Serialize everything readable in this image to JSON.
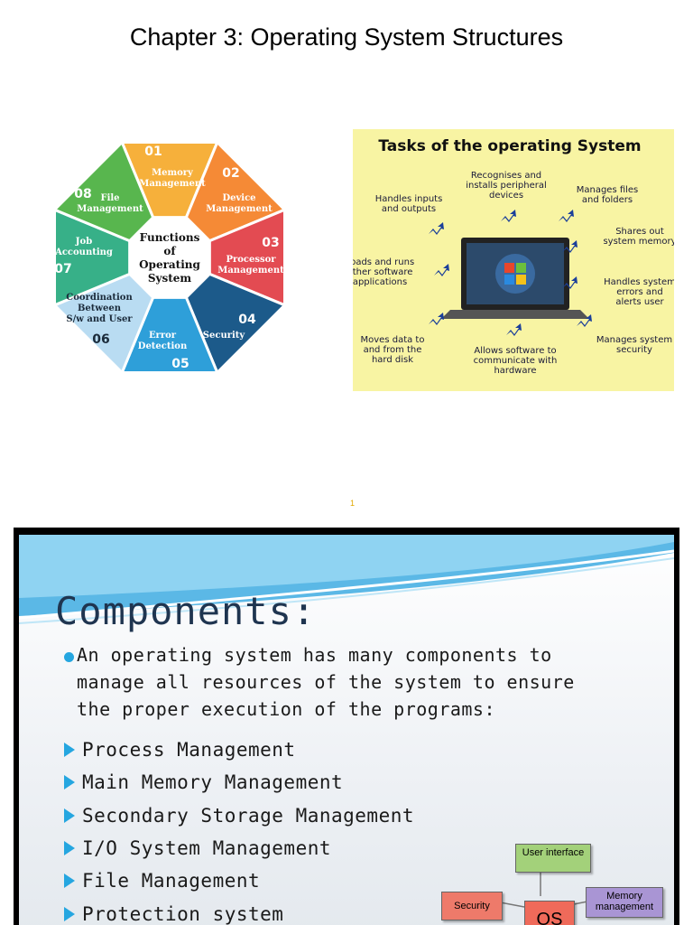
{
  "page": {
    "title": "Chapter 3: Operating System Structures",
    "page_number": "1"
  },
  "octagon": {
    "center": [
      "Functions",
      "of",
      "Operating",
      "System"
    ],
    "segments": [
      {
        "num": "01",
        "label": [
          "Memory",
          "Management"
        ],
        "color": "#f6b03b"
      },
      {
        "num": "02",
        "label": [
          "Device",
          "Management"
        ],
        "color": "#f58a36"
      },
      {
        "num": "03",
        "label": [
          "Processor",
          "Management"
        ],
        "color": "#e34b52"
      },
      {
        "num": "04",
        "label": [
          "Security"
        ],
        "color": "#1c5a8a"
      },
      {
        "num": "05",
        "label": [
          "Error",
          "Detection"
        ],
        "color": "#2e9fd9"
      },
      {
        "num": "06",
        "label": [
          "Coordination",
          "Between",
          "S/w and User"
        ],
        "color": "#b9dcf2"
      },
      {
        "num": "07",
        "label": [
          "Job",
          "Accounting"
        ],
        "color": "#37b088"
      },
      {
        "num": "08",
        "label": [
          "File",
          "Management"
        ],
        "color": "#58b64e"
      }
    ]
  },
  "tasks": {
    "title": "Tasks of the operating System",
    "items": {
      "handles_io": [
        "Handles inputs",
        "and outputs"
      ],
      "peripheral": [
        "Recognises and",
        "installs peripheral",
        "devices"
      ],
      "files": [
        "Manages files",
        "and folders"
      ],
      "memory": [
        "Shares out",
        "system memory"
      ],
      "loads": [
        "Loads and runs",
        "other software",
        "applications"
      ],
      "errors": [
        "Handles system",
        "errors and",
        "alerts user"
      ],
      "disk": [
        "Moves data to",
        "and from the",
        "hard disk"
      ],
      "communicate": [
        "Allows software to",
        "communicate with",
        "hardware"
      ],
      "security": [
        "Manages system",
        "security"
      ]
    }
  },
  "slide": {
    "title": "Components:",
    "intro": "An operating system has many components to manage all resources of the system to ensure the proper execution of the programs:",
    "items": [
      "Process Management",
      "Main Memory Management",
      "Secondary Storage Management",
      "I/O System Management",
      "File Management",
      "Protection system"
    ],
    "diagram": {
      "user_interface": "User interface",
      "security": "Security",
      "os": "OS",
      "memory": "Memory management"
    }
  }
}
